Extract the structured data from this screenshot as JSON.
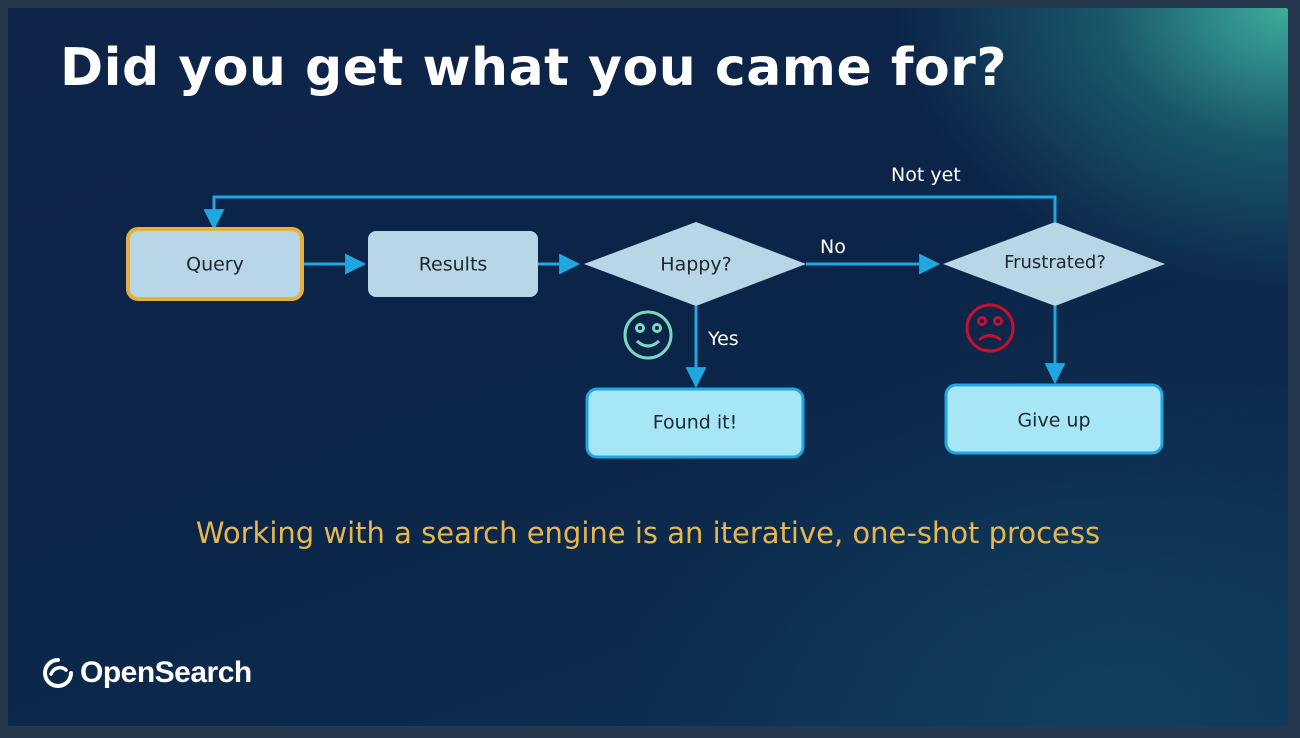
{
  "slide": {
    "title": "Did you get what you came for?",
    "subtitle": "Working with a search engine is an iterative, one-shot process",
    "brand": "OpenSearch"
  },
  "flow": {
    "nodes": {
      "query": "Query",
      "results": "Results",
      "happy": "Happy?",
      "frustrated": "Frustrated?",
      "found": "Found it!",
      "giveup": "Give up"
    },
    "edges": {
      "no": "No",
      "yes": "Yes",
      "not_yet": "Not yet"
    }
  },
  "icons": {
    "happy_face": "smiley-face-icon",
    "sad_face": "frowning-face-icon",
    "logo": "opensearch-logo-icon"
  },
  "colors": {
    "title": "#ffffff",
    "subtitle": "#e7b74f",
    "box_fill": "#b9d6e6",
    "box_bright_fill": "#a7e6f6",
    "highlight_border": "#e5b03f",
    "connector": "#1ea8df",
    "smiley": "#7fd6c1",
    "frown": "#c8102e"
  }
}
